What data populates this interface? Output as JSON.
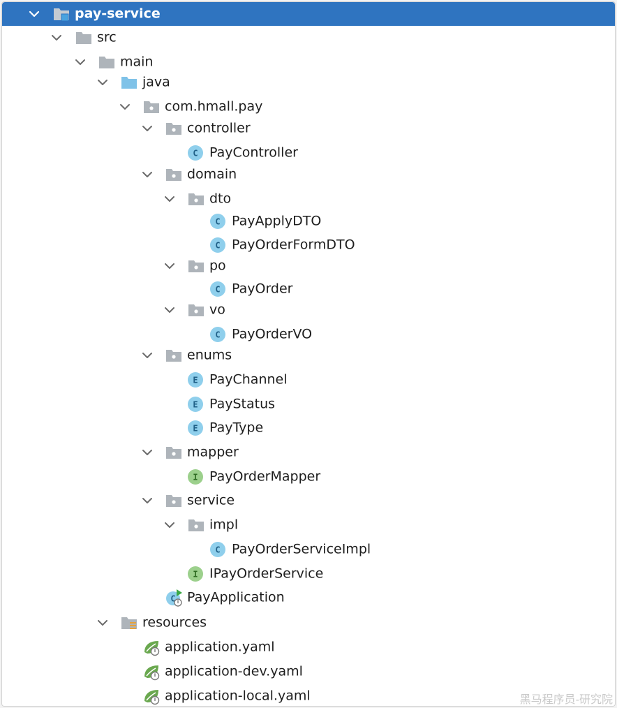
{
  "tree": {
    "root": "pay-service",
    "src": "src",
    "main": "main",
    "java": "java",
    "package": "com.hmall.pay",
    "controller": "controller",
    "pay_controller": "PayController",
    "domain": "domain",
    "dto": "dto",
    "pay_apply_dto": "PayApplyDTO",
    "pay_order_form_dto": "PayOrderFormDTO",
    "po": "po",
    "pay_order": "PayOrder",
    "vo": "vo",
    "pay_order_vo": "PayOrderVO",
    "enums": "enums",
    "pay_channel": "PayChannel",
    "pay_status": "PayStatus",
    "pay_type": "PayType",
    "mapper": "mapper",
    "pay_order_mapper": "PayOrderMapper",
    "service": "service",
    "impl": "impl",
    "pay_order_service_impl": "PayOrderServiceImpl",
    "ipay_order_service": "IPayOrderService",
    "pay_application": "PayApplication",
    "resources": "resources",
    "application_yaml": "application.yaml",
    "application_dev_yaml": "application-dev.yaml",
    "application_local_yaml": "application-local.yaml"
  },
  "badges": {
    "class": "C",
    "enum": "E",
    "interface": "I"
  },
  "colors": {
    "selection": "#2f74c0",
    "folder": "#aeb4ba",
    "source_folder": "#7fc2e8",
    "class_badge": "#8fcfec",
    "interface_badge": "#9cd08c",
    "spring": "#6aa84f"
  },
  "watermark": "黑马程序员-研究院"
}
